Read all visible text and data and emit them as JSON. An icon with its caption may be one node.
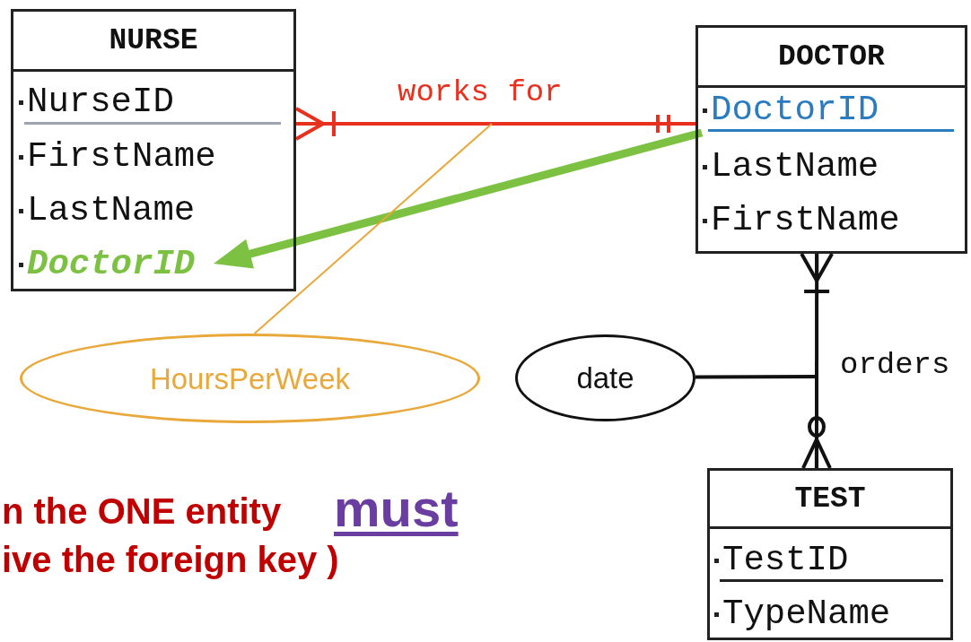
{
  "diagram": {
    "nodes": [
      {
        "text": [
          "NURSE"
        ]
      },
      {
        "text": [
          "NurseID"
        ],
        "in": 0
      },
      {
        "text": [
          "FirstName"
        ],
        "in": 0
      },
      {
        "text": [
          "LastName"
        ],
        "in": 0
      },
      {
        "text": [
          "DoctorID"
        ],
        "in": 0
      },
      {
        "text": [
          "DOCTOR"
        ]
      },
      {
        "text": [
          "DoctorID"
        ],
        "in": 5
      },
      {
        "text": [
          "LastName"
        ],
        "in": 5
      },
      {
        "text": [
          "FirstName"
        ],
        "in": 5
      },
      {
        "text": [
          "TEST"
        ]
      },
      {
        "text": [
          "TestID"
        ],
        "in": 9
      },
      {
        "text": [
          "TypeName"
        ],
        "in": 9
      },
      {
        "text": [
          "date"
        ]
      },
      {
        "text": [
          "HoursPerWeek"
        ]
      }
    ],
    "edges": [
      {
        "from": 0,
        "to": 5,
        "arrow": "other",
        "label": "works for",
        "color": "#e8301e"
      },
      {
        "from": 6,
        "to": 4,
        "arrow": "to",
        "style": "thick",
        "color": "#7cc142"
      },
      {
        "from": null,
        "to": 13,
        "arrow": "none",
        "color": "#e8a83a"
      },
      {
        "from": 5,
        "to": 9,
        "arrow": "other",
        "label": "orders"
      },
      {
        "from": 12,
        "to": null,
        "arrow": "none"
      }
    ],
    "labels": [
      "n the ONE entity",
      "must",
      "ive the foreign key )"
    ]
  }
}
